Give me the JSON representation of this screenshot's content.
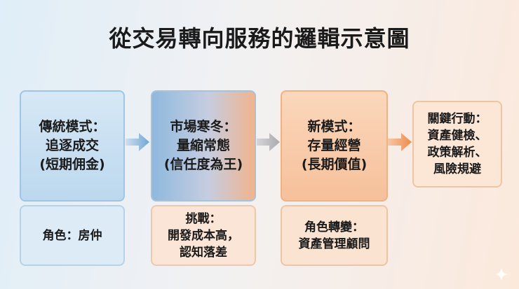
{
  "title": "從交易轉向服務的邏輯示意圖",
  "steps": [
    {
      "lines": [
        "傳統模式：",
        "追逐成交",
        "(短期佣金)"
      ]
    },
    {
      "lines": [
        "市場寒冬：",
        "量縮常態",
        "(信任度為王)"
      ]
    },
    {
      "lines": [
        "新模式：",
        "存量經營",
        "(長期價值)"
      ]
    },
    {
      "lines": [
        "關鍵行動：",
        "資產健檢、",
        "政策解析、",
        "風險規避"
      ]
    }
  ],
  "notes": [
    {
      "lines": [
        "角色：房仲"
      ]
    },
    {
      "lines": [
        "挑戰：",
        "開發成本高，",
        "認知落差"
      ]
    },
    {
      "lines": [
        "角色轉變：",
        "資產管理顧問"
      ]
    }
  ],
  "colors": {
    "arrow_blue": "#6fa6d6",
    "arrow_gray": "#a9a9ae",
    "arrow_orange": "#ef8a4c"
  }
}
